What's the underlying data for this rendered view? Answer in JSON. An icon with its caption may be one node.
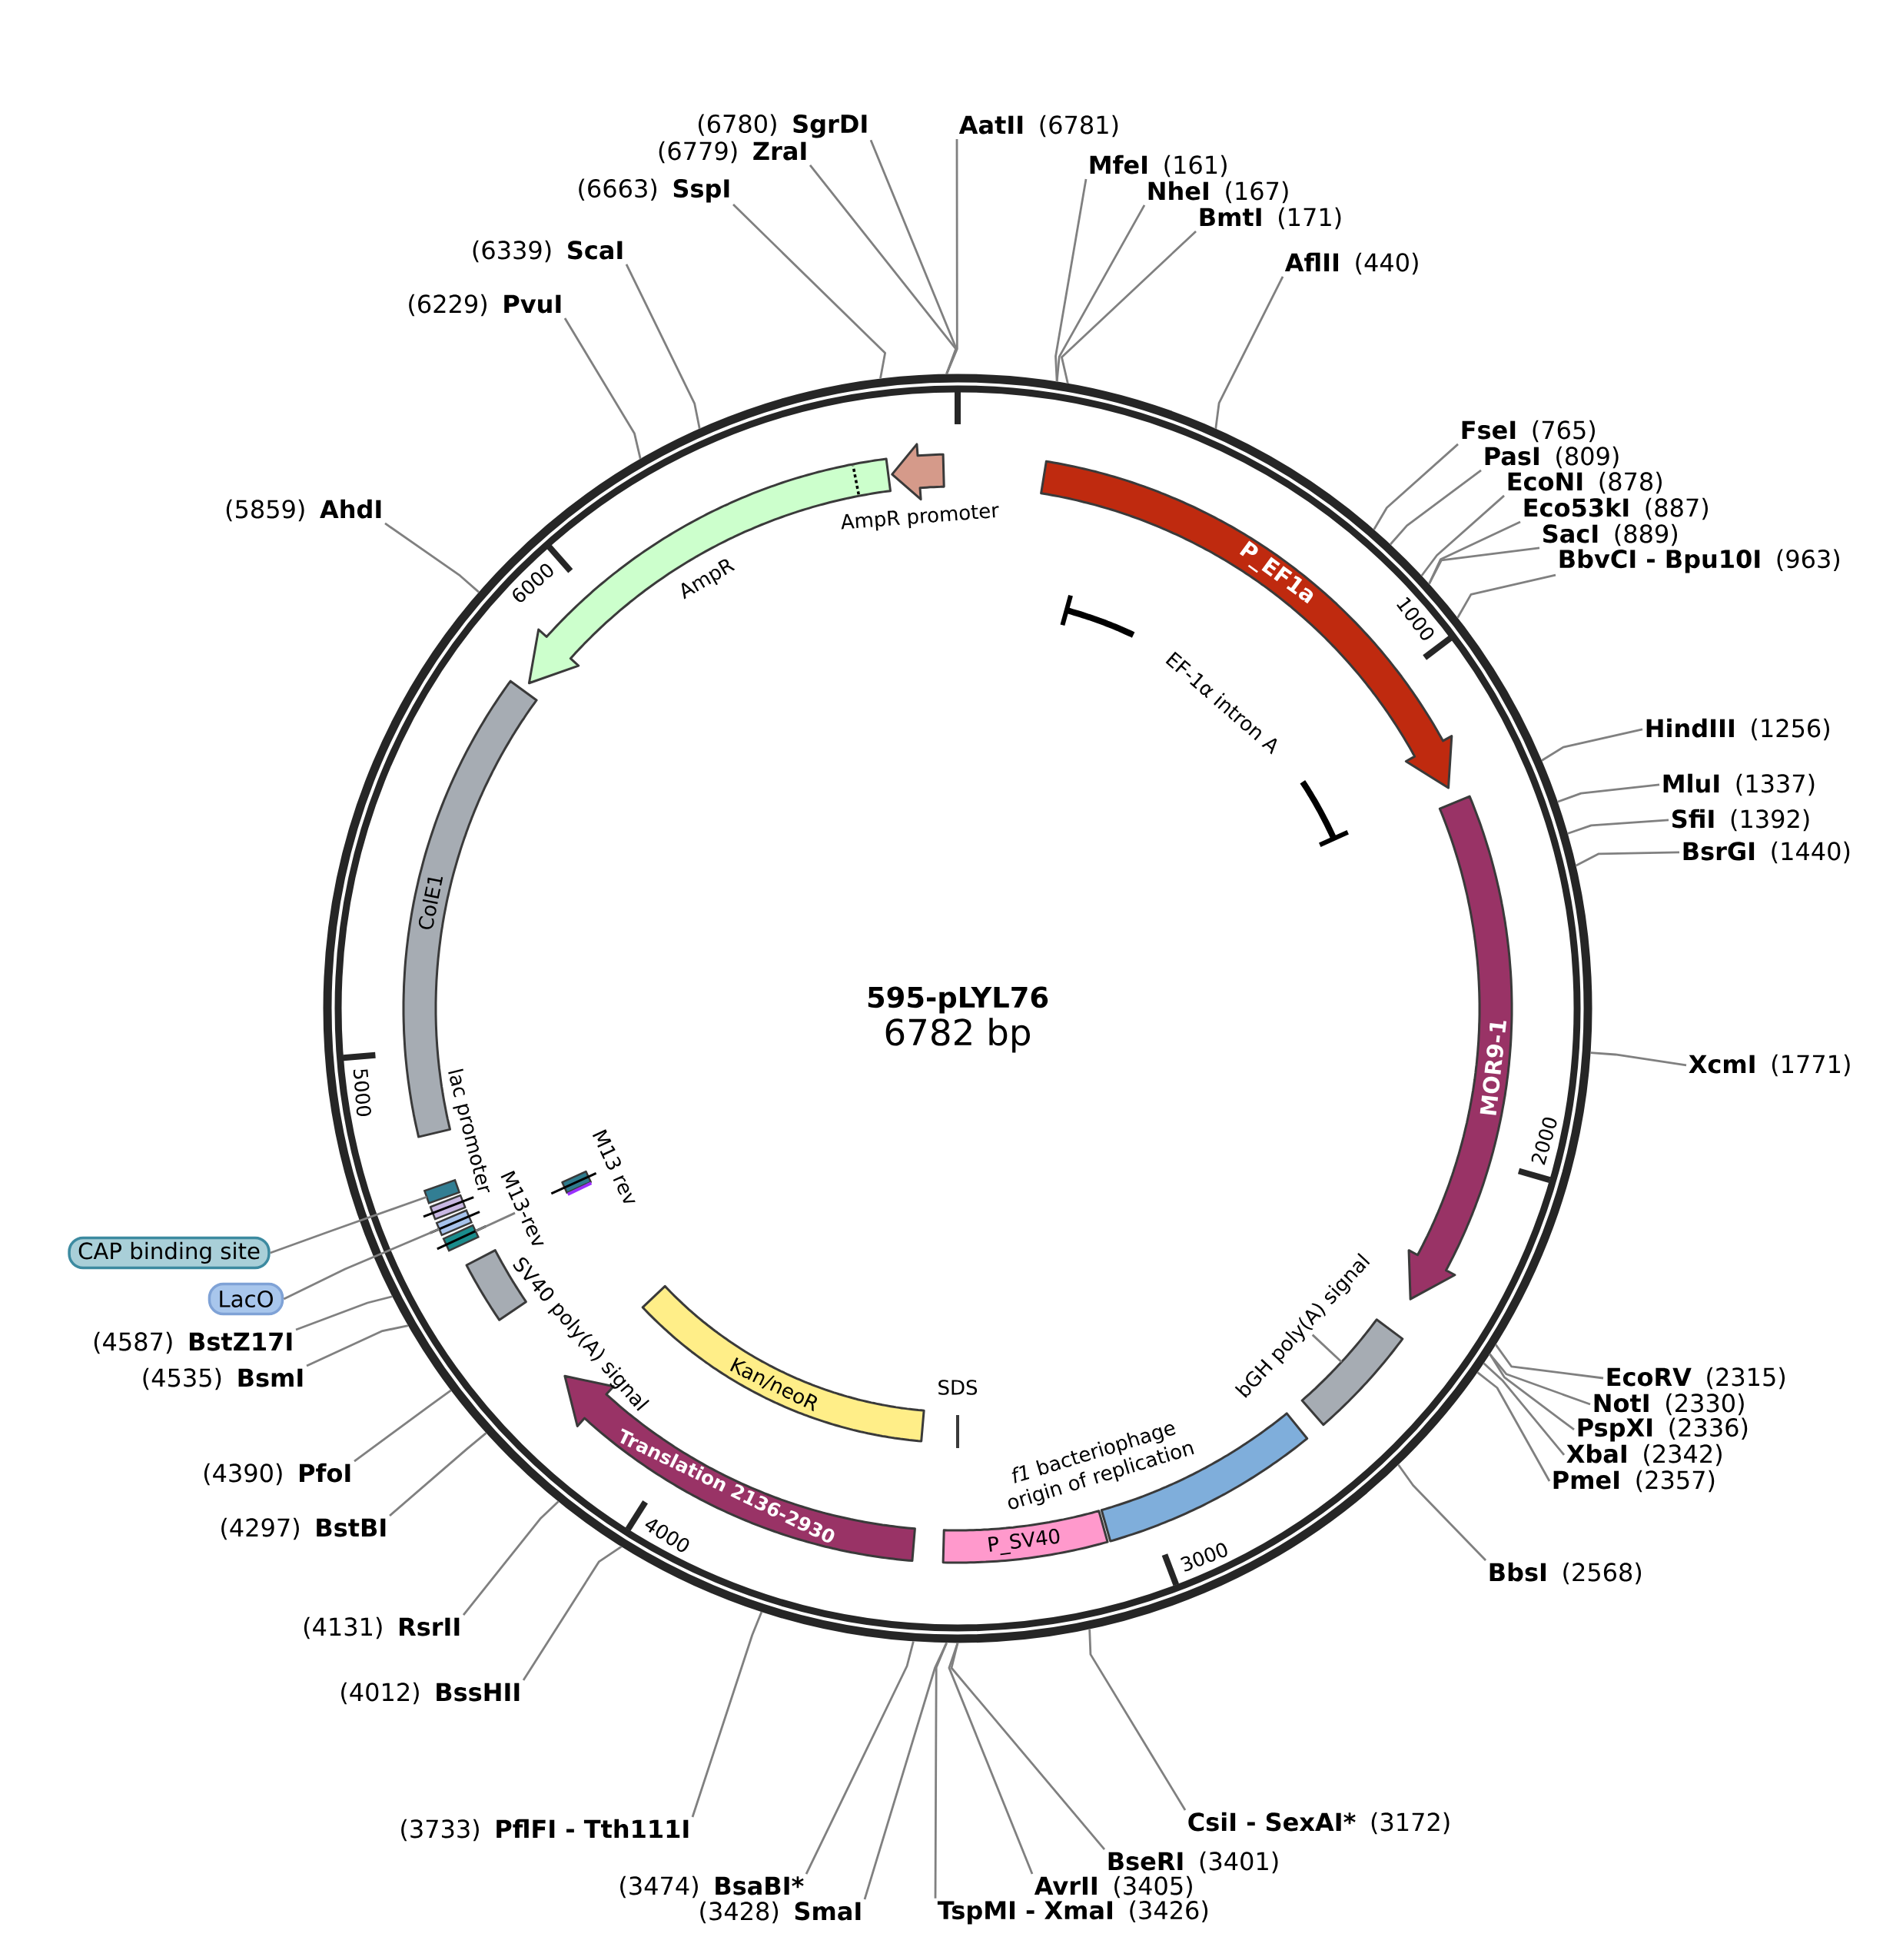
{
  "diagram": {
    "nodes": [
      {
        "text": [
          "595-pLYL76",
          "6782 bp"
        ]
      },
      {
        "text": [
          "P_EF1a"
        ],
        "in": 0
      },
      {
        "text": [
          "EF-1α intron A"
        ],
        "in": 0
      },
      {
        "text": [
          "MOR9-1"
        ],
        "in": 0
      },
      {
        "text": [
          "bGH poly(A) signal"
        ],
        "in": 0
      },
      {
        "text": [],
        "shape": "box",
        "in": 0
      },
      {
        "text": [
          "*f1* bacteriophage origin of replication"
        ],
        "in": 0
      },
      {
        "text": [
          "SDS"
        ],
        "in": 0
      },
      {
        "text": [
          "P_SV40"
        ],
        "in": 0
      },
      {
        "text": [
          "Kan/neoR"
        ],
        "in": 0
      },
      {
        "text": [
          "Translation 2136-2930"
        ],
        "in": 0
      },
      {
        "text": [
          "SV40 poly(A) signal"
        ],
        "in": 0
      },
      {
        "text": [
          "M13 rev"
        ],
        "in": 0
      },
      {
        "text": [
          "M13-rev"
        ],
        "in": 0
      },
      {
        "text": [],
        "shape": "box",
        "in": 0
      },
      {
        "text": [],
        "shape": "box",
        "in": 0
      },
      {
        "text": [
          "lac promoter"
        ],
        "in": 0
      },
      {
        "text": [],
        "shape": "box",
        "in": 0
      },
      {
        "text": [
          "ColE1"
        ],
        "in": 0
      },
      {
        "text": [
          "AmpR"
        ],
        "in": 0
      },
      {
        "text": [
          "AmpR promoter"
        ],
        "in": 0
      },
      {
        "text": [
          "CAP binding site"
        ]
      },
      {
        "text": [
          "LacO"
        ]
      },
      {
        "text": [
          "AatII",
          "(6781)"
        ]
      },
      {
        "text": [
          "MfeI",
          "(161)"
        ]
      },
      {
        "text": [
          "NheI",
          "(167)"
        ]
      },
      {
        "text": [
          "BmtI",
          "(171)"
        ]
      },
      {
        "text": [
          "AflII",
          "(440)"
        ]
      },
      {
        "text": [
          "FseI",
          "(765)"
        ]
      },
      {
        "text": [
          "PasI",
          "(809)"
        ]
      },
      {
        "text": [
          "EcoNI",
          "(878)"
        ]
      },
      {
        "text": [
          "Eco53kI",
          "(887)"
        ]
      },
      {
        "text": [
          "SacI",
          "(889)"
        ]
      },
      {
        "text": [
          "BbvCI - Bpu10I",
          "(963)"
        ]
      },
      {
        "text": [
          "HindIII",
          "(1256)"
        ]
      },
      {
        "text": [
          "MluI",
          "(1337)"
        ]
      },
      {
        "text": [
          "SfiI",
          "(1392)"
        ]
      },
      {
        "text": [
          "BsrGI",
          "(1440)"
        ]
      },
      {
        "text": [
          "XcmI",
          "(1771)"
        ]
      },
      {
        "text": [
          "EcoRV",
          "(2315)"
        ]
      },
      {
        "text": [
          "NotI",
          "(2330)"
        ]
      },
      {
        "text": [
          "PspXI",
          "(2336)"
        ]
      },
      {
        "text": [
          "XbaI",
          "(2342)"
        ]
      },
      {
        "text": [
          "PmeI",
          "(2357)"
        ]
      },
      {
        "text": [
          "BbsI",
          "(2568)"
        ]
      },
      {
        "text": [
          "CsiI - SexAI*",
          "(3172)"
        ]
      },
      {
        "text": [
          "BseRI",
          "(3401)"
        ]
      },
      {
        "text": [
          "AvrII",
          "(3405)"
        ]
      },
      {
        "text": [
          "TspMI - XmaI",
          "(3426)"
        ]
      },
      {
        "text": [
          "(3428)",
          "SmaI"
        ]
      },
      {
        "text": [
          "(3474)",
          "BsaBI*"
        ]
      },
      {
        "text": [
          "(3733)",
          "PflFI - Tth111I"
        ]
      },
      {
        "text": [
          "(4012)",
          "BssHII"
        ]
      },
      {
        "text": [
          "(4131)",
          "RsrII"
        ]
      },
      {
        "text": [
          "(4297)",
          "BstBI"
        ]
      },
      {
        "text": [
          "(4390)",
          "PfoI"
        ]
      },
      {
        "text": [
          "(4535)",
          "BsmI"
        ]
      },
      {
        "text": [
          "(4587)",
          "BstZ17I"
        ]
      },
      {
        "text": [
          "(5859)",
          "AhdI"
        ]
      },
      {
        "text": [
          "(6229)",
          "PvuI"
        ]
      },
      {
        "text": [
          "(6339)",
          "ScaI"
        ]
      },
      {
        "text": [
          "(6663)",
          "SspI"
        ]
      },
      {
        "text": [
          "(6779)",
          "ZraI"
        ]
      },
      {
        "text": [
          "(6780)",
          "SgrDI"
        ]
      }
    ],
    "edges": [
      {
        "from": 4,
        "to": 5,
        "arrow": "none"
      },
      {
        "from": 13,
        "to": 14,
        "arrow": "none"
      },
      {
        "from": 21,
        "to": 17,
        "arrow": "none"
      },
      {
        "from": 22,
        "to": 15,
        "arrow": "none"
      },
      {
        "from": 23,
        "to": 0,
        "arrow": "none"
      },
      {
        "from": 24,
        "to": 0,
        "arrow": "none"
      },
      {
        "from": 25,
        "to": 0,
        "arrow": "none"
      },
      {
        "from": 26,
        "to": 0,
        "arrow": "none"
      },
      {
        "from": 27,
        "to": 0,
        "arrow": "none"
      },
      {
        "from": 28,
        "to": 0,
        "arrow": "none"
      },
      {
        "from": 29,
        "to": 0,
        "arrow": "none"
      },
      {
        "from": 30,
        "to": 0,
        "arrow": "none"
      },
      {
        "from": 31,
        "to": 0,
        "arrow": "none"
      },
      {
        "from": 32,
        "to": 0,
        "arrow": "none"
      },
      {
        "from": 33,
        "to": 0,
        "arrow": "none"
      },
      {
        "from": 34,
        "to": 0,
        "arrow": "none"
      },
      {
        "from": 35,
        "to": 0,
        "arrow": "none"
      },
      {
        "from": 36,
        "to": 0,
        "arrow": "none"
      },
      {
        "from": 37,
        "to": 0,
        "arrow": "none"
      },
      {
        "from": 38,
        "to": 0,
        "arrow": "none"
      },
      {
        "from": 39,
        "to": 0,
        "arrow": "none"
      },
      {
        "from": 40,
        "to": 0,
        "arrow": "none"
      },
      {
        "from": 41,
        "to": 0,
        "arrow": "none"
      },
      {
        "from": 42,
        "to": 0,
        "arrow": "none"
      },
      {
        "from": 43,
        "to": 0,
        "arrow": "none"
      },
      {
        "from": 44,
        "to": 0,
        "arrow": "none"
      },
      {
        "from": 45,
        "to": 0,
        "arrow": "none"
      },
      {
        "from": 46,
        "to": 0,
        "arrow": "none"
      },
      {
        "from": 47,
        "to": 0,
        "arrow": "none"
      },
      {
        "from": 48,
        "to": 0,
        "arrow": "none"
      },
      {
        "from": 49,
        "to": 0,
        "arrow": "none"
      },
      {
        "from": 50,
        "to": 0,
        "arrow": "none"
      },
      {
        "from": 51,
        "to": 0,
        "arrow": "none"
      },
      {
        "from": 52,
        "to": 0,
        "arrow": "none"
      },
      {
        "from": 53,
        "to": 0,
        "arrow": "none"
      },
      {
        "from": 54,
        "to": 0,
        "arrow": "none"
      },
      {
        "from": 55,
        "to": 0,
        "arrow": "none"
      },
      {
        "from": 56,
        "to": 0,
        "arrow": "none"
      },
      {
        "from": 57,
        "to": 0,
        "arrow": "none"
      },
      {
        "from": 58,
        "to": 0,
        "arrow": "none"
      },
      {
        "from": 59,
        "to": 0,
        "arrow": "none"
      },
      {
        "from": 60,
        "to": 0,
        "arrow": "none"
      },
      {
        "from": 61,
        "to": 0,
        "arrow": "none"
      },
      {
        "from": 62,
        "to": 0,
        "arrow": "none"
      },
      {
        "from": 63,
        "to": 0,
        "arrow": "none"
      }
    ],
    "labels": [
      "1000",
      "2000",
      "3000",
      "4000",
      "5000",
      "6000"
    ]
  }
}
